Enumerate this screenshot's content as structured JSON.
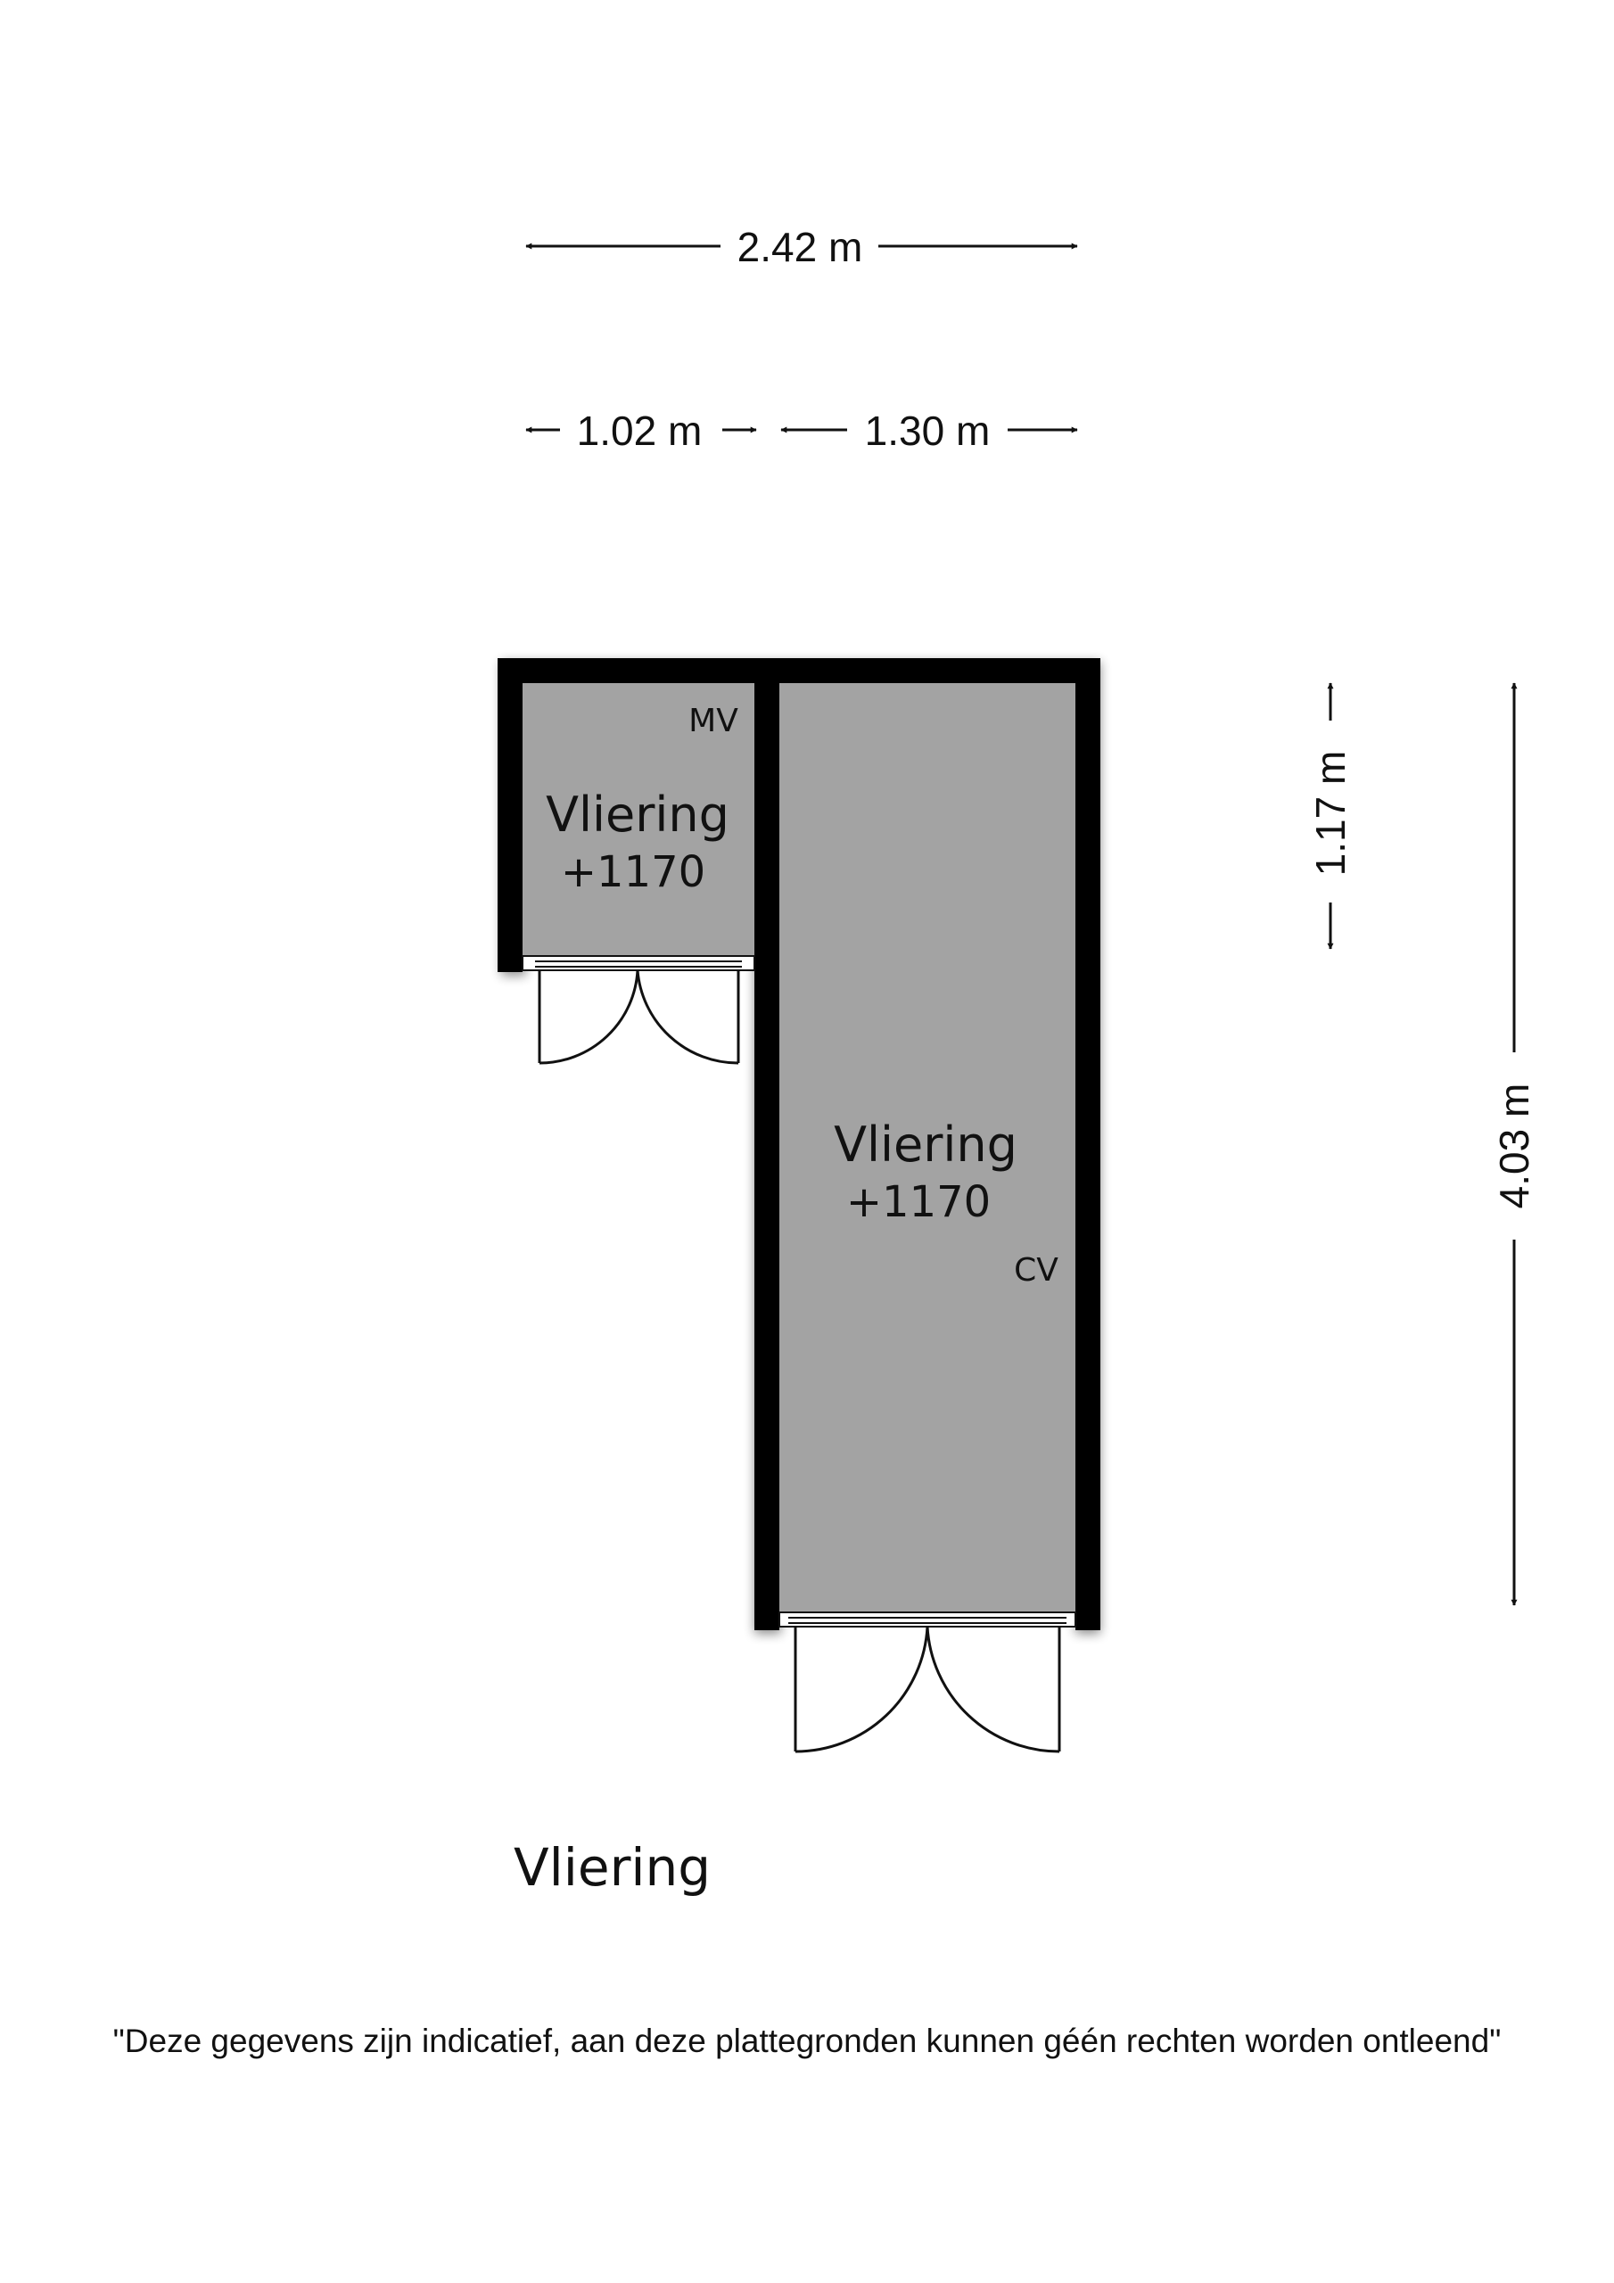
{
  "dimensions": {
    "total_width": "2.42 m",
    "left_width": "1.02 m",
    "right_width": "1.30 m",
    "small_height": "1.17 m",
    "total_height": "4.03 m"
  },
  "rooms": {
    "small": {
      "name": "Vliering",
      "level": "+1170",
      "tag": "MV"
    },
    "large": {
      "name": "Vliering",
      "level": "+1170",
      "tag": "CV"
    }
  },
  "floor_title": "Vliering",
  "disclaimer": "\"Deze gegevens zijn indicatief, aan deze plattegronden kunnen géén rechten worden ontleend\"",
  "colors": {
    "floor": "#a3a3a3",
    "wall": "#000000",
    "line": "#111111",
    "background": "#ffffff"
  }
}
